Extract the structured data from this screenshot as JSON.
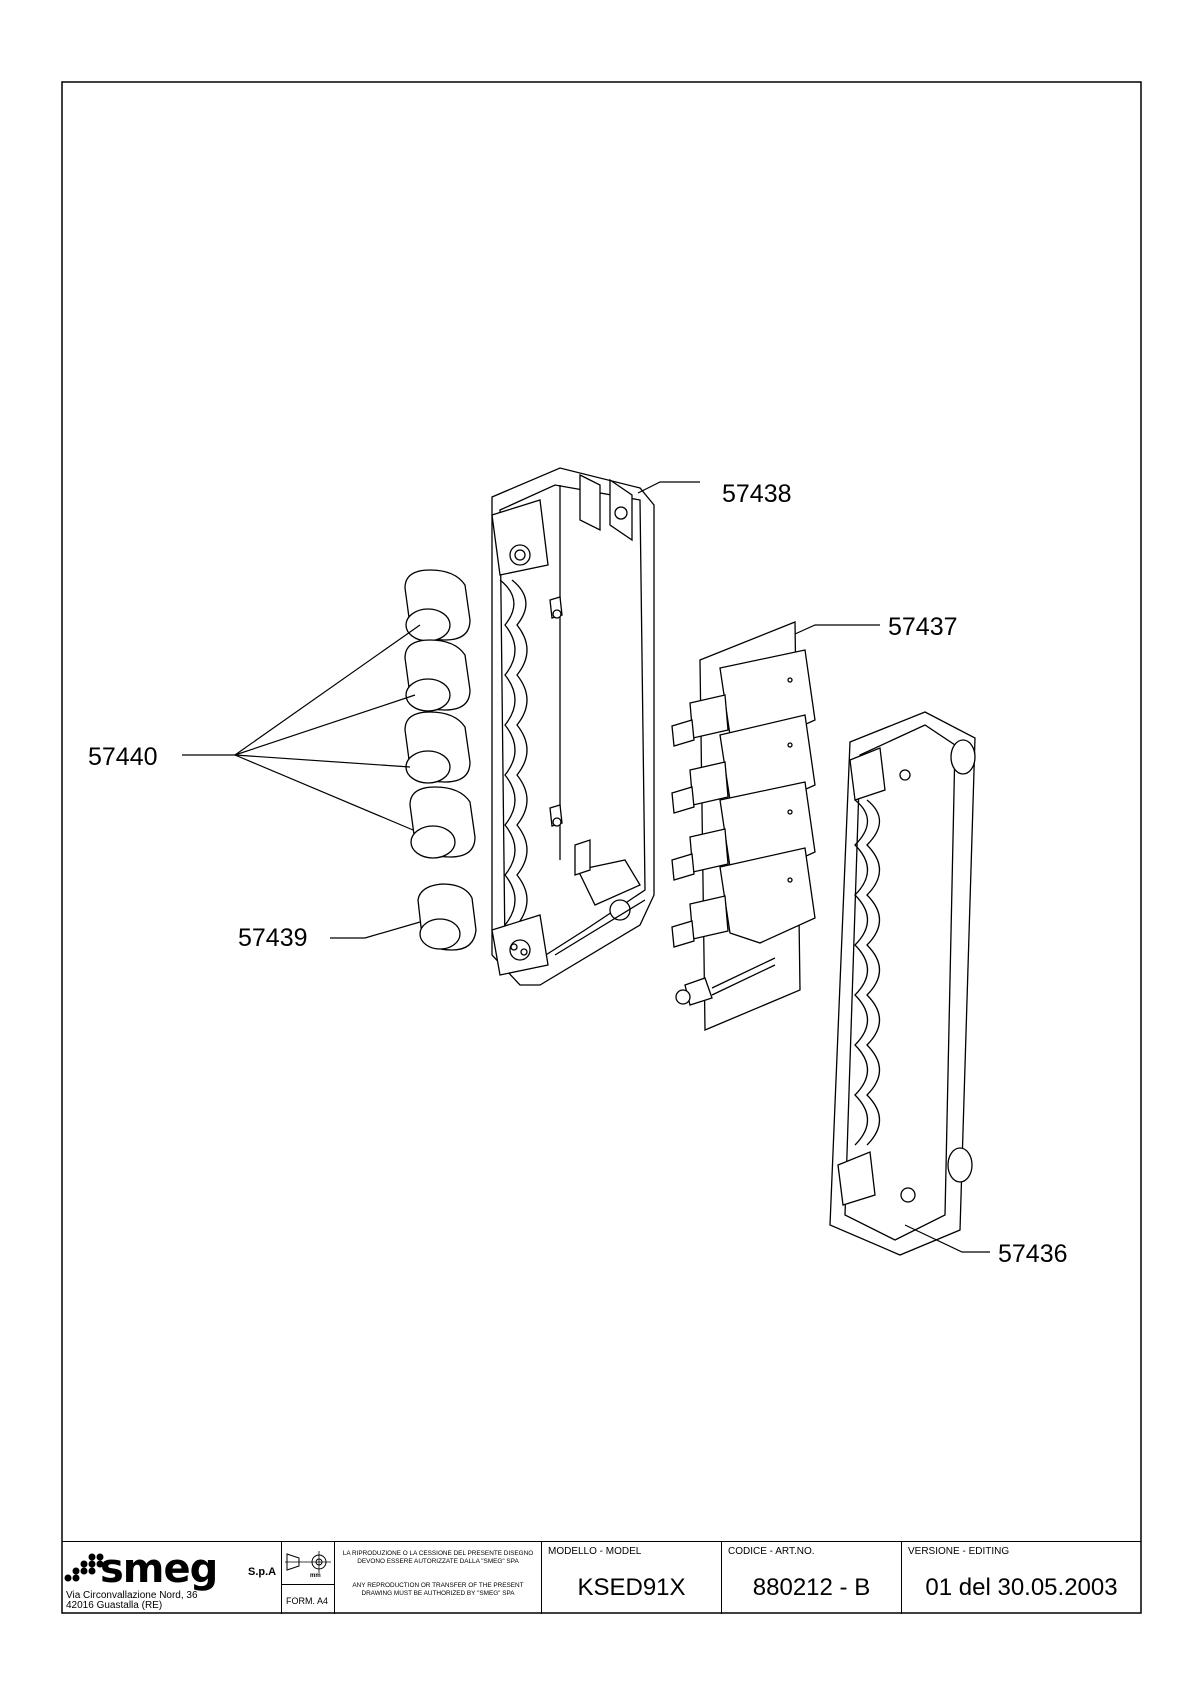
{
  "callouts": {
    "frame_front": "57438",
    "circuit_board": "57437",
    "buttons": "57440",
    "button_single": "57439",
    "frame_back": "57436"
  },
  "title_block": {
    "company": {
      "brand": "smeg",
      "suffix": "S.p.A",
      "address_line1": "Via Circonvallazione Nord, 36",
      "address_line2": "42016  Guastalla (RE)"
    },
    "format_label": "FORM. A4",
    "projection_unit": "mm",
    "legal_it": "LA RIPRODUZIONE O LA CESSIONE DEL PRESENTE DISEGNO DEVONO ESSERE AUTORIZZATE DALLA \"SMEG\" SPA",
    "legal_en": "ANY REPRODUCTION OR TRANSFER OF THE PRESENT DRAWING MUST BE AUTHORIZED BY \"SMEG\" SPA",
    "model_label": "MODELLO - MODEL",
    "model_value": "KSED91X",
    "code_label": "CODICE - ART.NO.",
    "code_value": "880212 - B",
    "version_label": "VERSIONE - EDITING",
    "version_value": "01 del 30.05.2003"
  }
}
